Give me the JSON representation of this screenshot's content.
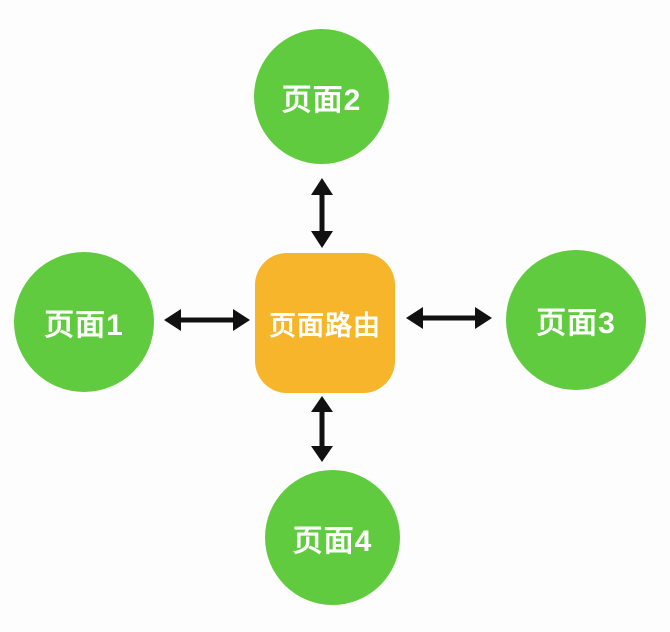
{
  "diagram": {
    "title": "page-routing-diagram",
    "center": {
      "id": "router",
      "label": "页面路由",
      "shape": "rounded-square",
      "color": "#F7B52C"
    },
    "nodes": [
      {
        "id": "page1",
        "label": "页面1",
        "position": "left",
        "shape": "circle"
      },
      {
        "id": "page2",
        "label": "页面2",
        "position": "top",
        "shape": "circle"
      },
      {
        "id": "page3",
        "label": "页面3",
        "position": "right",
        "shape": "circle"
      },
      {
        "id": "page4",
        "label": "页面4",
        "position": "bottom",
        "shape": "circle"
      }
    ],
    "node_color": "#61CB3F",
    "label_color": "#ffffff",
    "arrow_color": "#111111",
    "background_color": "#fdfdfd",
    "connections": [
      {
        "from": "页面路由",
        "to": "页面1",
        "bidirectional": true
      },
      {
        "from": "页面路由",
        "to": "页面2",
        "bidirectional": true
      },
      {
        "from": "页面路由",
        "to": "页面3",
        "bidirectional": true
      },
      {
        "from": "页面路由",
        "to": "页面4",
        "bidirectional": true
      }
    ]
  }
}
